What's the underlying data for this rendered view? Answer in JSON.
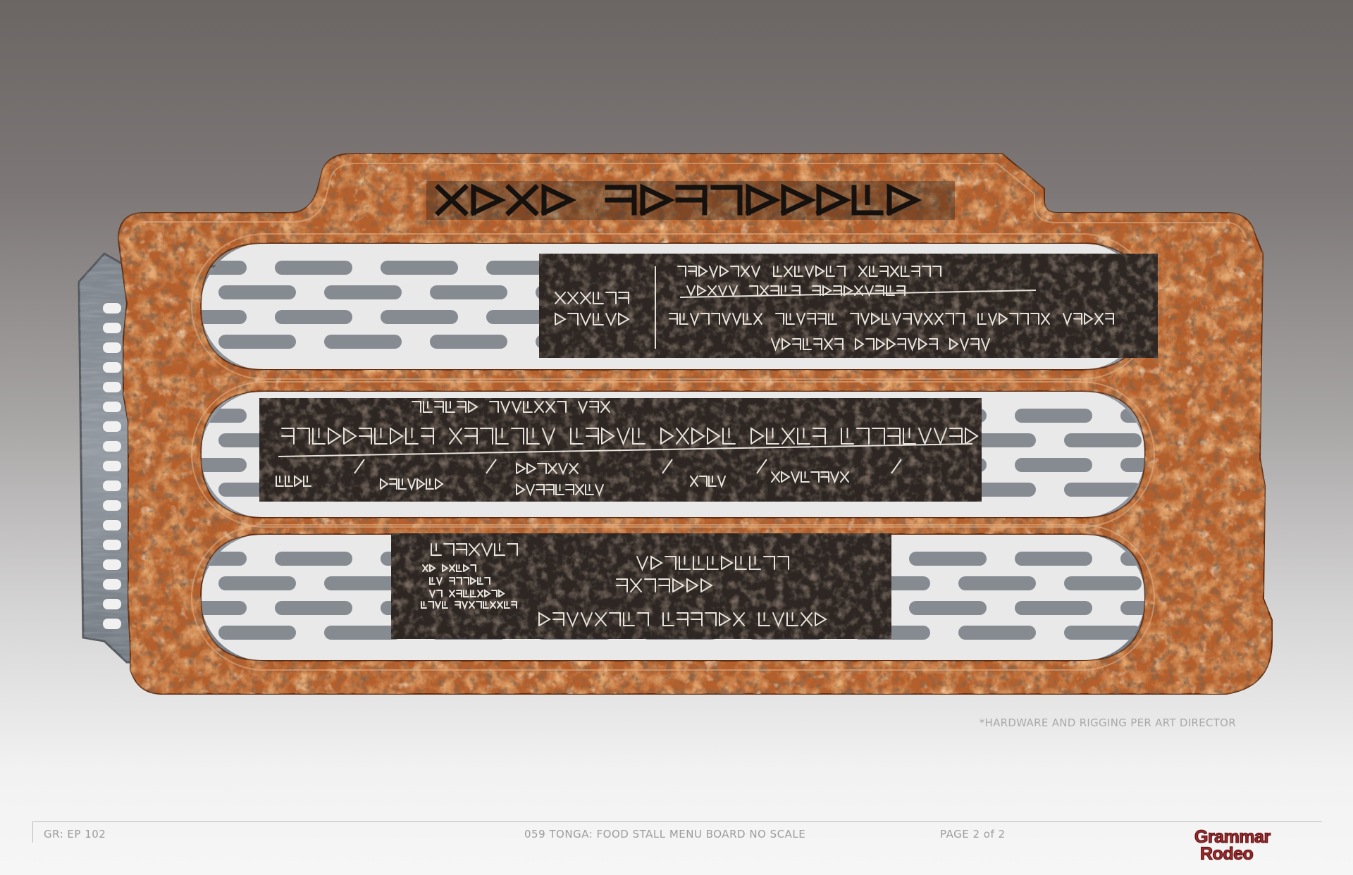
{
  "note": "*HARDWARE AND RIGGING PER ART DIRECTOR",
  "footer": {
    "episode": "GR: EP 102",
    "title": "059 TONGA: FOOD STALL MENU BOARD   NO SCALE",
    "page": "PAGE 2 of 2"
  },
  "logo": {
    "line1": "Grammar",
    "line2": "Rodeo"
  },
  "colors": {
    "rust": "#b0582a",
    "rust_dark": "#6e3515",
    "panel_dark": "#2b2420",
    "steel": "#8a9097",
    "chalk": "#e6e2da",
    "logo_red": "#a3282b"
  }
}
